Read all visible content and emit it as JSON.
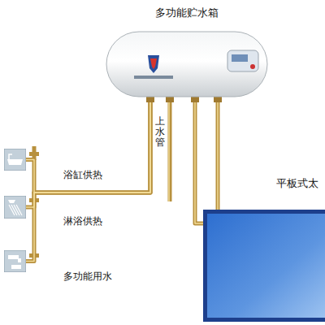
{
  "diagram": {
    "nodes": [
      {
        "text": [
          "多功能贮水箱"
        ]
      },
      {
        "text": [
          "浴缸供热"
        ]
      },
      {
        "text": [
          "淋浴供热"
        ]
      },
      {
        "text": [
          "多功能用水"
        ]
      },
      {
        "text": [
          "平板式太"
        ]
      }
    ],
    "edges": [
      {
        "from": 0,
        "to": 1,
        "arrow": "none"
      },
      {
        "from": 0,
        "to": 2,
        "arrow": "none"
      },
      {
        "from": 0,
        "to": 3,
        "arrow": "none"
      },
      {
        "from": 0,
        "to": 4,
        "arrow": "none"
      },
      {
        "from": 0,
        "to": 4,
        "arrow": "none"
      }
    ],
    "labels": [
      "上水管"
    ]
  }
}
